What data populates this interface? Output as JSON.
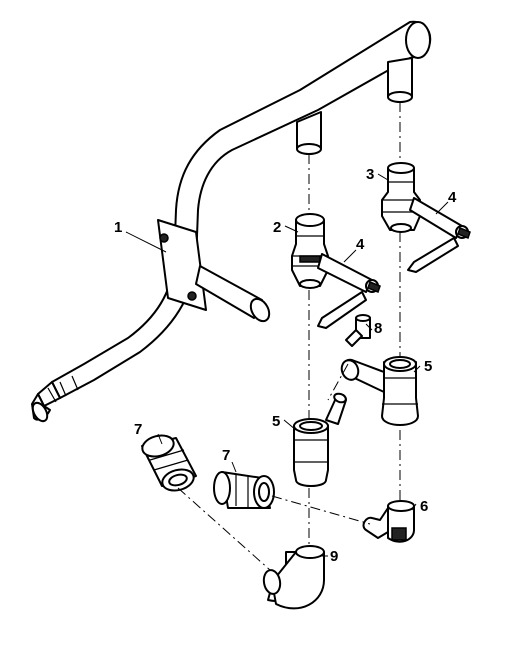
{
  "callouts": [
    {
      "id": "c1",
      "text": "1"
    },
    {
      "id": "c2",
      "text": "2"
    },
    {
      "id": "c3",
      "text": "3"
    },
    {
      "id": "c4a",
      "text": "4"
    },
    {
      "id": "c4b",
      "text": "4"
    },
    {
      "id": "c5a",
      "text": "5"
    },
    {
      "id": "c5b",
      "text": "5"
    },
    {
      "id": "c6",
      "text": "6"
    },
    {
      "id": "c7a",
      "text": "7"
    },
    {
      "id": "c7b",
      "text": "7"
    },
    {
      "id": "c8",
      "text": "8"
    },
    {
      "id": "c9",
      "text": "9"
    }
  ],
  "colors": {
    "line": "#000000",
    "background": "#ffffff",
    "shade": "#e6e6e6"
  }
}
